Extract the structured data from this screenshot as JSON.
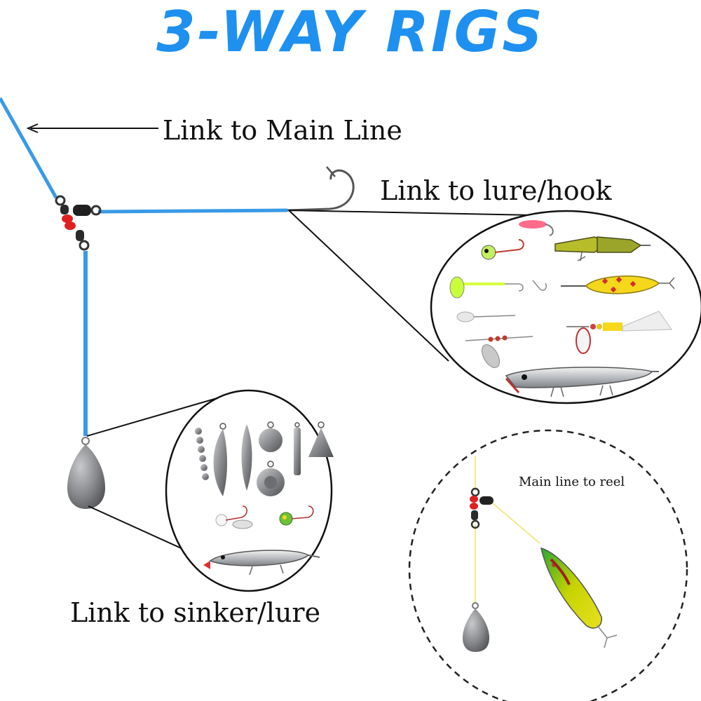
{
  "title": "3-WAY RIGS",
  "labels": {
    "main_line": "Link to Main Line",
    "lure_hook": "Link to lure/hook",
    "sinker_lure": "Link to sinker/lure",
    "reel": "Main line to reel"
  },
  "colors": {
    "title": "#1e90f0",
    "line": "#3a9ae6",
    "sinker": "#7d7f82",
    "bead": "#e02020"
  }
}
